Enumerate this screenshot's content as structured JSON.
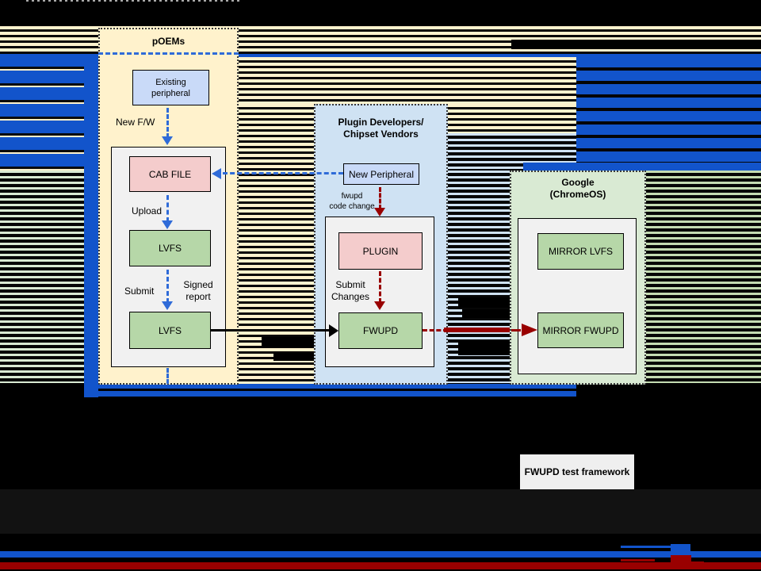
{
  "colors": {
    "glitch_blue": "#1254cb",
    "arrow_blue": "#2f6bd8",
    "arrow_red": "#990000",
    "panel_yellow": "#fff2cc",
    "panel_blue": "#cfe2f3",
    "panel_green": "#d9ead3",
    "box_blue": "#c9daf8",
    "box_pink": "#f4cccc",
    "box_green": "#b6d7a8",
    "container_gray": "#f1f1f1",
    "note_gray": "#efefef"
  },
  "panels": {
    "poems": {
      "title": "pOEMs"
    },
    "plugin_dev": {
      "title1": "Plugin Developers/",
      "title2": "Chipset Vendors"
    },
    "google": {
      "title1": "Google",
      "title2": "(ChromeOS)"
    }
  },
  "boxes": {
    "existing_peripheral": {
      "line1": "Existing",
      "line2": "peripheral"
    },
    "cab_file": "CAB FILE",
    "lvfs_upper": "LVFS",
    "lvfs_lower": "LVFS",
    "new_peripheral": "New Peripheral",
    "plugin": "PLUGIN",
    "fwupd": "FWUPD",
    "mirror_lvfs": "MIRROR LVFS",
    "mirror_fwupd": "MIRROR FWUPD"
  },
  "note": {
    "test_framework": "FWUPD test framework"
  },
  "labels": {
    "new_fw": "New F/W",
    "upload": "Upload",
    "submit": "Submit",
    "signed_report": {
      "line1": "Signed",
      "line2": "report"
    },
    "fwupd_code_change": {
      "line1": "fwupd",
      "line2": "code change"
    },
    "submit_changes": {
      "line1": "Submit",
      "line2": "Changes"
    }
  }
}
